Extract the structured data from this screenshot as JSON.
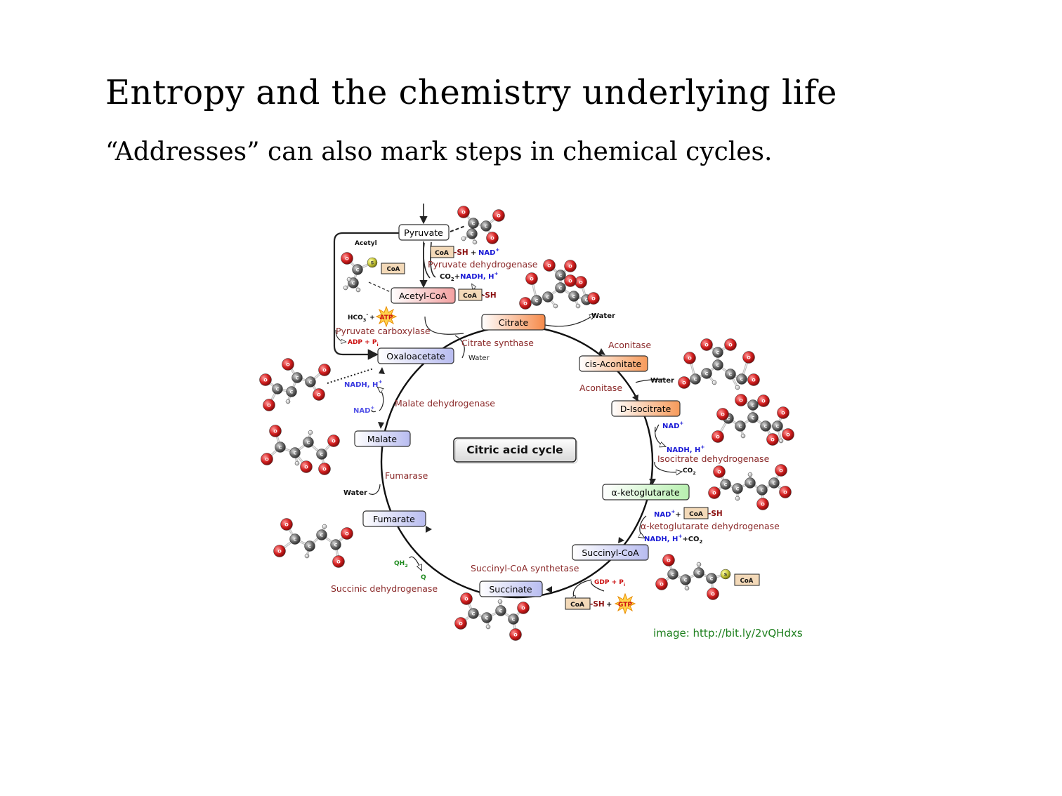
{
  "slide": {
    "title": "Entropy and the chemistry underlying life",
    "subtitle": "“Addresses” can also mark steps in chemical cycles."
  },
  "diagram": {
    "center_label": "Citric acid cycle",
    "credit": "image:  http://bit.ly/2vQHdxs",
    "metabolites": {
      "pyruvate": "Pyruvate",
      "acetyl_coa": "Acetyl-CoA",
      "citrate": "Citrate",
      "cis_aconitate": "cis-Aconitate",
      "d_isocitrate": "D-Isocitrate",
      "a_ketoglutarate": "α-ketoglutarate",
      "succinyl_coa": "Succinyl-CoA",
      "succinate": "Succinate",
      "fumarate": "Fumarate",
      "malate": "Malate",
      "oxaloacetate": "Oxaloacetate"
    },
    "enzymes": {
      "pyruvate_dehydrogenase": "Pyruvate dehydrogenase",
      "pyruvate_carboxylase": "Pyruvate carboxylase",
      "citrate_synthase": "Citrate synthase",
      "aconitase_1": "Aconitase",
      "aconitase_2": "Aconitase",
      "isocitrate_dehydrogenase": "Isocitrate dehydrogenase",
      "akg_dehydrogenase": "α-ketoglutarate dehydrogenase",
      "succinyl_coa_synthetase": "Succinyl-CoA synthetase",
      "succinic_dehydrogenase": "Succinic dehydrogenase",
      "fumarase": "Fumarase",
      "malate_dehydrogenase": "Malate dehydrogenase"
    },
    "cofactors": {
      "acetyl": "Acetyl",
      "coa": "CoA",
      "sh": "-SH",
      "plus": "+",
      "nad": "NAD",
      "co2": "CO",
      "nadh": "NADH, H",
      "hco3": "HCO",
      "atp": "ATP",
      "adp_pi": "ADP + P",
      "water": "Water",
      "water_small": "Water",
      "gdp_pi": "GDP + P",
      "gtp": "GTP",
      "qh2": "QH",
      "q": "Q",
      "sup_plus": "+",
      "sup_minus": "-",
      "sub_2": "2",
      "sub_3": "3",
      "sub_i": "i"
    },
    "atom_letters": {
      "carbon": "C",
      "oxygen": "O",
      "sulfur": "S"
    },
    "colors": {
      "enzyme": "#8b2a2a",
      "blue": "#1a1ad6",
      "red": "#cc1111",
      "green": "#1d8a1d",
      "oxygen": "#d42020",
      "carbon": "#6b6b6b",
      "sulfur": "#c9c93a"
    }
  }
}
